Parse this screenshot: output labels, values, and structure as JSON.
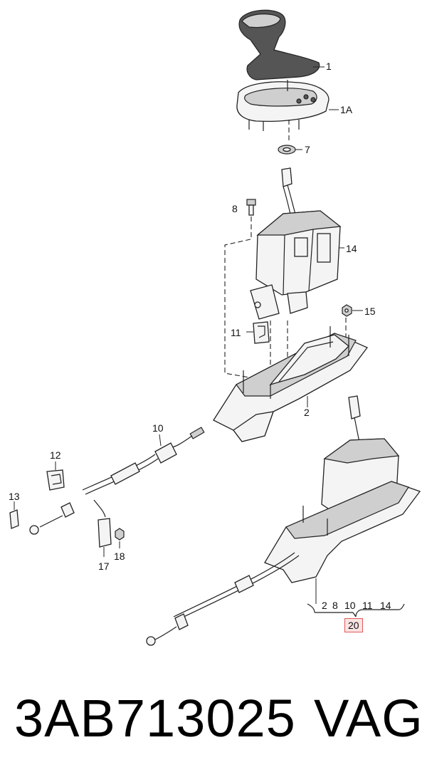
{
  "callouts": {
    "c1": "1",
    "c1a": "1A",
    "c7": "7",
    "c8": "8",
    "c14": "14",
    "c15": "15",
    "c11": "11",
    "c2": "2",
    "c10": "10",
    "c12": "12",
    "c13": "13",
    "c17": "17",
    "c18": "18",
    "kit_contents": [
      "2",
      "8",
      "10",
      "11",
      "14"
    ],
    "kit_number": "20"
  },
  "footer": {
    "part_number": "3AB713025",
    "brand": "VAG"
  }
}
